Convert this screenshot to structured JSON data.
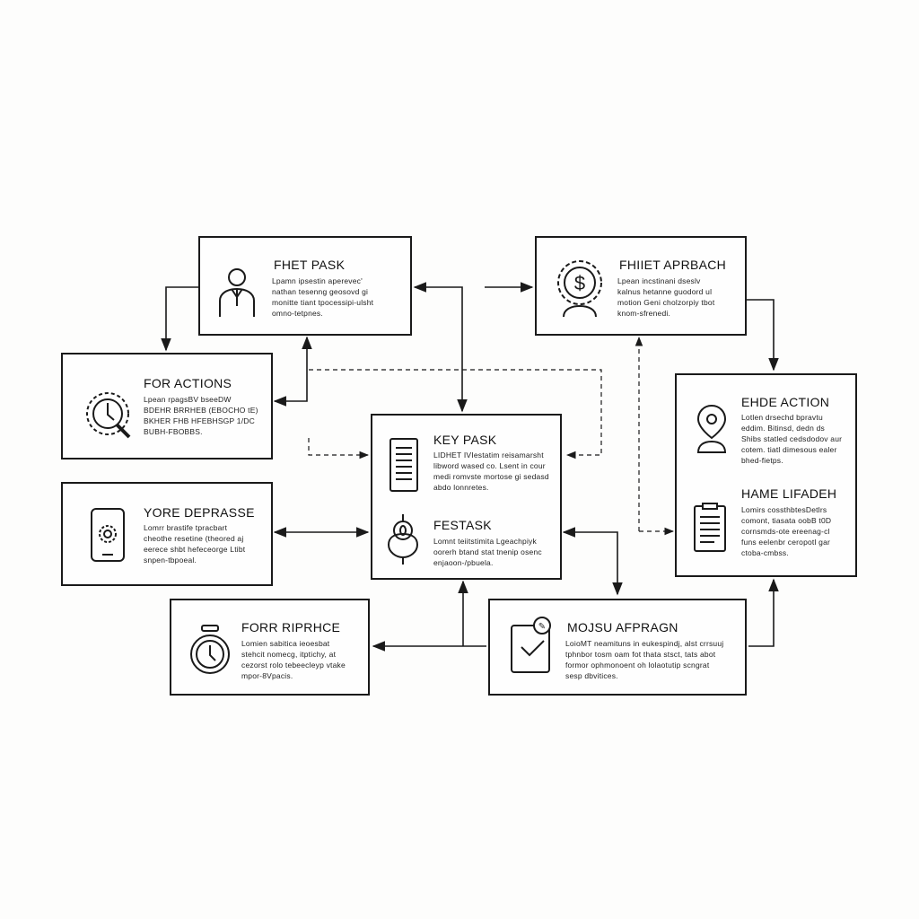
{
  "colors": {
    "ink": "#1a1a1a",
    "background": "#fdfdfc"
  },
  "nodes": {
    "fhet_pask": {
      "title": "FHET PASK",
      "icon": "person-icon",
      "body": "Lpamn ipsestin aperevec'\nnathan tesenng geosovd gi\nmonitte tiant tpocessipi-ulsht\nomno-tetpnes."
    },
    "fhiet_aprbach": {
      "title": "FHIIET APRBACH",
      "icon": "dollar-gear-icon",
      "body": "Lpean incstinani dseslv\nkalnus hetanne guodord ul\nmotion Geni cholzorpiy tbot\nknom-sfrenedi."
    },
    "for_actions": {
      "title": "FOR ACTIONS",
      "icon": "clock-gear-icon",
      "body": "Lpean rpagsBV bseeDW\nBDEHR BRRHEB (EBOCHO tE)\nBKHER FHB HFEBHSGP 1/DC\nBUBH-FBOBBS."
    },
    "key_pask": {
      "title": "KEY PASK",
      "icon": "document-icon",
      "body": "LIDHET IVIestatim reisamarsht\nlibword wased co. Lsent in cour\nmedi romvste mortose gi sedasd\nabdo lonnretes."
    },
    "ehde_action": {
      "title": "EHDE ACTION",
      "icon": "location-pin-icon",
      "body": "Lotlen drsechd bpravtu\neddim. Bitinsd, dedn ds\nShibs statled cedsdodov aur\ncotem. tiatl dimesous ealer\nbhed-fietps."
    },
    "yore_deprasse": {
      "title": "YORE DEPRASSE",
      "icon": "smartphone-gear-icon",
      "body": "Lomrr brastife tpracbart\ncheothe resetine (theored aj\neerece shbt hefeceorge Ltibt\nsnpen-tbpoeal."
    },
    "festask": {
      "title": "FESTASK",
      "icon": "hand-coin-icon",
      "body": "Lomnt teiitstimita Lgeachpiyk\noorerh btand stat tnenip osenc\nenjaoon-/pbuela."
    },
    "hame_lifadeh": {
      "title": "HAME LIFADEH",
      "icon": "clipboard-icon",
      "body": "Lomirs cossthbtesDetlrs\ncomont, tiasata oobB t0D\ncornsmds-ote ereenag-cl\nfuns eelenbr ceropotl gar\nctoba-cmbss."
    },
    "forr_riprhce": {
      "title": "FORR RIPRHCE",
      "icon": "stopwatch-icon",
      "body": "Lomien sabitica ieoesbat\nstehcit nomecg, itptichy, at\ncezorst rolo tebeecleyp vtake\nmpor-8Vpacis."
    },
    "mojsu_afprhcn": {
      "title": "MOJSU AFPRAGN",
      "icon": "laptop-check-icon",
      "body": "LoioMT neamituns in eukespindj, alst crrsuuj\ntphnbor tosm oam fot thata stsct, tats abot\nformor ophmonoent oh lolaotutip scngrat\nsesp dbvitices."
    }
  }
}
